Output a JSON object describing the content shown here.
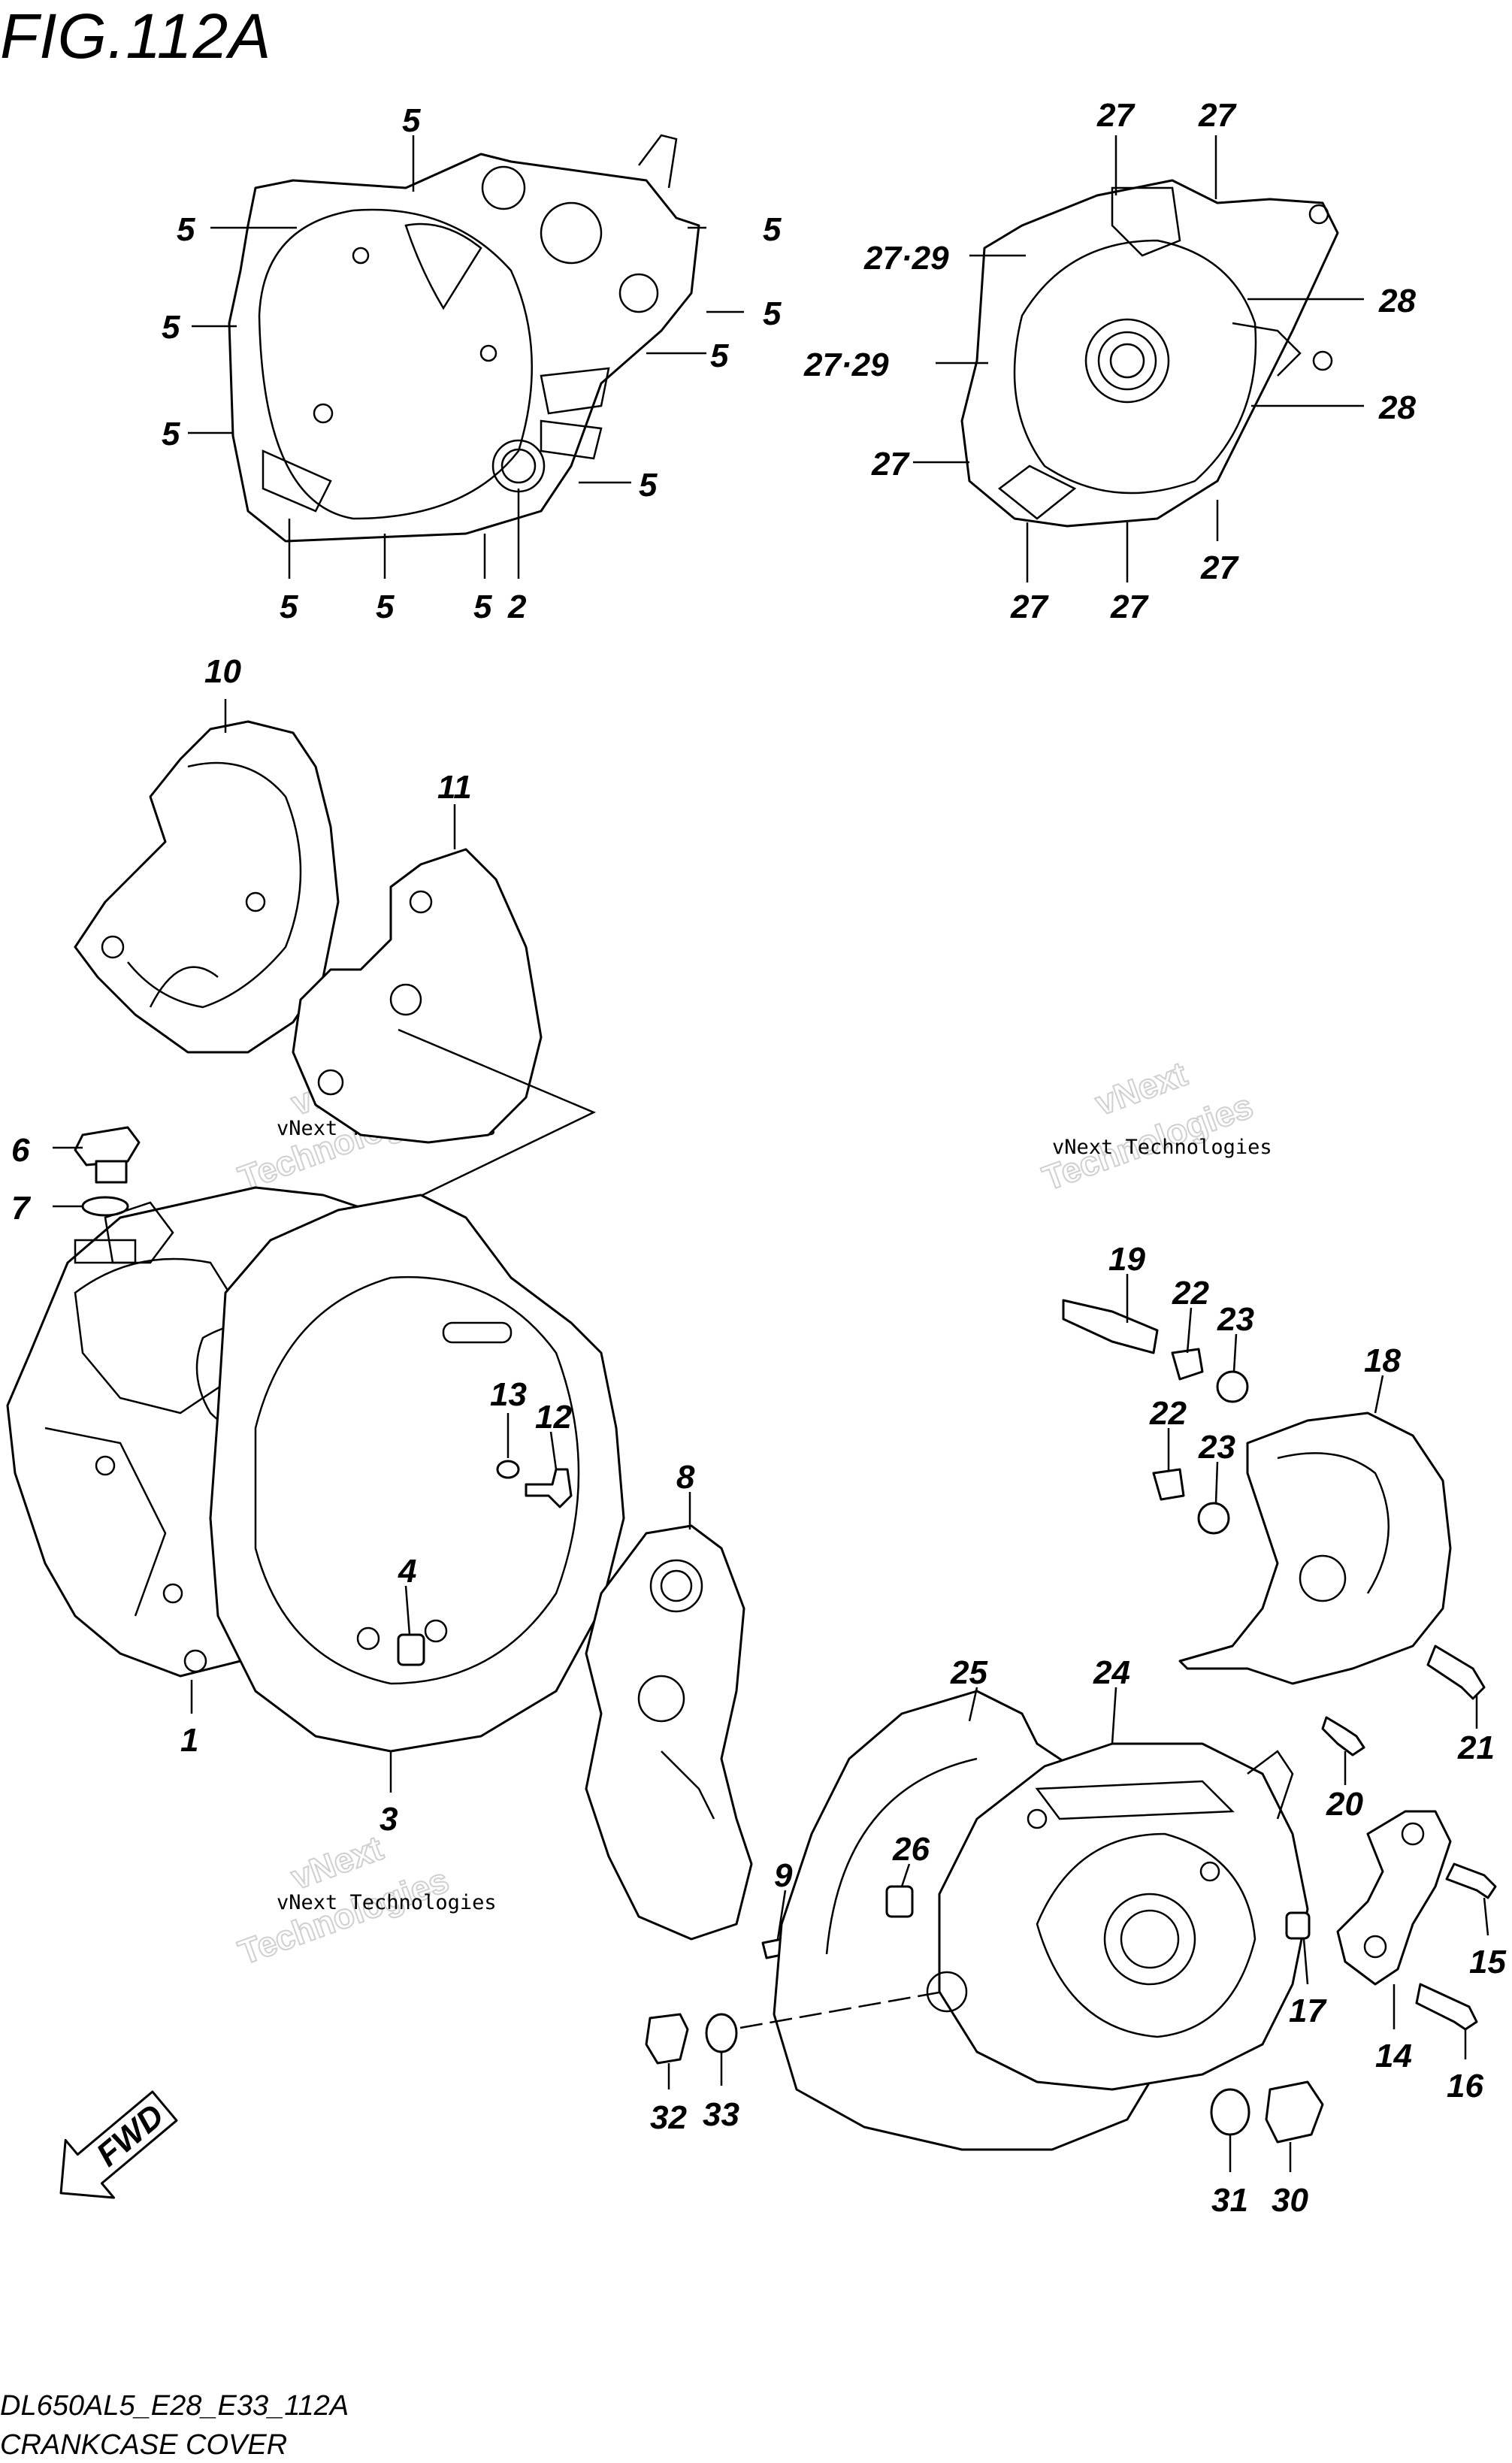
{
  "figure": {
    "title": "FIG.112A",
    "code": "DL650AL5_E28_E33_112A",
    "subtitle": "CRANKCASE COVER",
    "fwd_label": "FWD"
  },
  "watermark": {
    "company": "vNext Technologies",
    "word": "vNext",
    "word2": "Technologies"
  },
  "callouts": [
    "1",
    "2",
    "3",
    "4",
    "5",
    "6",
    "7",
    "8",
    "9",
    "10",
    "11",
    "12",
    "13",
    "14",
    "15",
    "16",
    "17",
    "18",
    "19",
    "20",
    "21",
    "22",
    "23",
    "24",
    "25",
    "26",
    "27",
    "27·29",
    "28",
    "30",
    "31",
    "32",
    "33"
  ]
}
